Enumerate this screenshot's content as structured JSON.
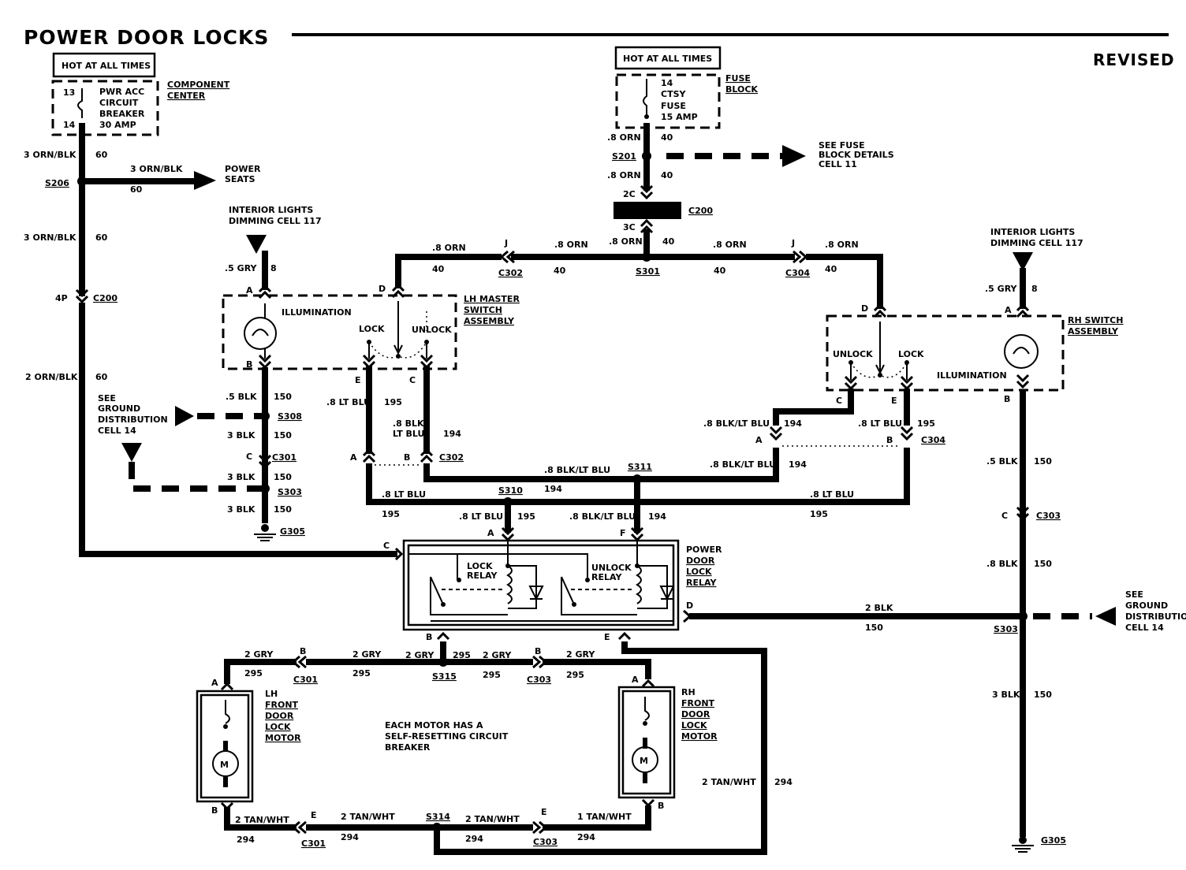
{
  "title": "POWER DOOR LOCKS",
  "revised": "REVISED",
  "hot_at_all_times": "HOT AT ALL TIMES",
  "component_center": {
    "line1": "COMPONENT",
    "line2": "CENTER"
  },
  "breaker": {
    "pin_top": "13",
    "pin_bottom": "14",
    "line1": "PWR ACC",
    "line2": "CIRCUIT",
    "line3": "BREAKER",
    "line4": "30 AMP"
  },
  "fuse": {
    "pin": "14",
    "line1": "CTSY",
    "line2": "FUSE",
    "line3": "15 AMP"
  },
  "fuse_block": {
    "line1": "FUSE",
    "line2": "BLOCK"
  },
  "see_fuse": {
    "line1": "SEE FUSE",
    "line2": "BLOCK DETAILS",
    "line3": "CELL 11"
  },
  "power_seats": {
    "line1": "POWER",
    "line2": "SEATS"
  },
  "interior_lights": {
    "line1": "INTERIOR LIGHTS",
    "line2": "DIMMING CELL 117"
  },
  "see_ground": {
    "line1": "SEE",
    "line2": "GROUND",
    "line3": "DISTRIBUTION",
    "line4": "CELL 14"
  },
  "lh_master": {
    "line1": "LH MASTER",
    "line2": "SWITCH",
    "line3": "ASSEMBLY"
  },
  "rh_switch": {
    "line1": "RH SWITCH",
    "line2": "ASSEMBLY"
  },
  "illumination": "ILLUMINATION",
  "lock": "LOCK",
  "unlock": "UNLOCK",
  "relay_name": {
    "line1": "POWER",
    "line2": "DOOR",
    "line3": "LOCK",
    "line4": "RELAY"
  },
  "lock_relay": {
    "line1": "LOCK",
    "line2": "RELAY"
  },
  "unlock_relay": {
    "line1": "UNLOCK",
    "line2": "RELAY"
  },
  "lh_motor": {
    "line1": "LH",
    "line2": "FRONT",
    "line3": "DOOR",
    "line4": "LOCK",
    "line5": "MOTOR"
  },
  "rh_motor": {
    "line1": "RH",
    "line2": "FRONT",
    "line3": "DOOR",
    "line4": "LOCK",
    "line5": "MOTOR"
  },
  "motor_symbol": "M",
  "note": {
    "line1": "EACH MOTOR HAS A",
    "line2": "SELF-RESETTING CIRCUIT",
    "line3": "BREAKER"
  },
  "wires": {
    "orn_blk_3": "3 ORN/BLK",
    "orn_blk_3b": "3  ORN/BLK",
    "orn_blk_2": "2 ORN/BLK",
    "c60": "60",
    "orn_8": ".8 ORN",
    "c40": "40",
    "gry_5": ".5 GRY",
    "c8": "8",
    "blk_5": ".5 BLK",
    "blk_3": "3 BLK",
    "blk_8": ".8 BLK",
    "blk_2": "2 BLK",
    "c150": "150",
    "ltblu_8": ".8 LT BLU",
    "c195": "195",
    "blkltblu_8": ".8 BLK/LT BLU",
    "blkltblu_8a": ".8 BLK/",
    "ltblu": "LT BLU",
    "c194": "194",
    "gry_2": "2 GRY",
    "c295": "295",
    "tanwht_2": "2 TAN/WHT",
    "tanwht_1": "1 TAN/WHT",
    "c294": "294"
  },
  "refs": {
    "s206": "S206",
    "s201": "S201",
    "s301": "S301",
    "s308": "S308",
    "s303": "S303",
    "s310": "S310",
    "s311": "S311",
    "s315": "S315",
    "s314": "S314",
    "c200": "C200",
    "c302": "C302",
    "c304": "C304",
    "c301": "C301",
    "c303": "C303",
    "g305": "G305",
    "p4p": "4P",
    "p2c": "2C",
    "p3c": "3C",
    "pA": "A",
    "pB": "B",
    "pC": "C",
    "pD": "D",
    "pE": "E",
    "pF": "F",
    "pJ": "J"
  }
}
